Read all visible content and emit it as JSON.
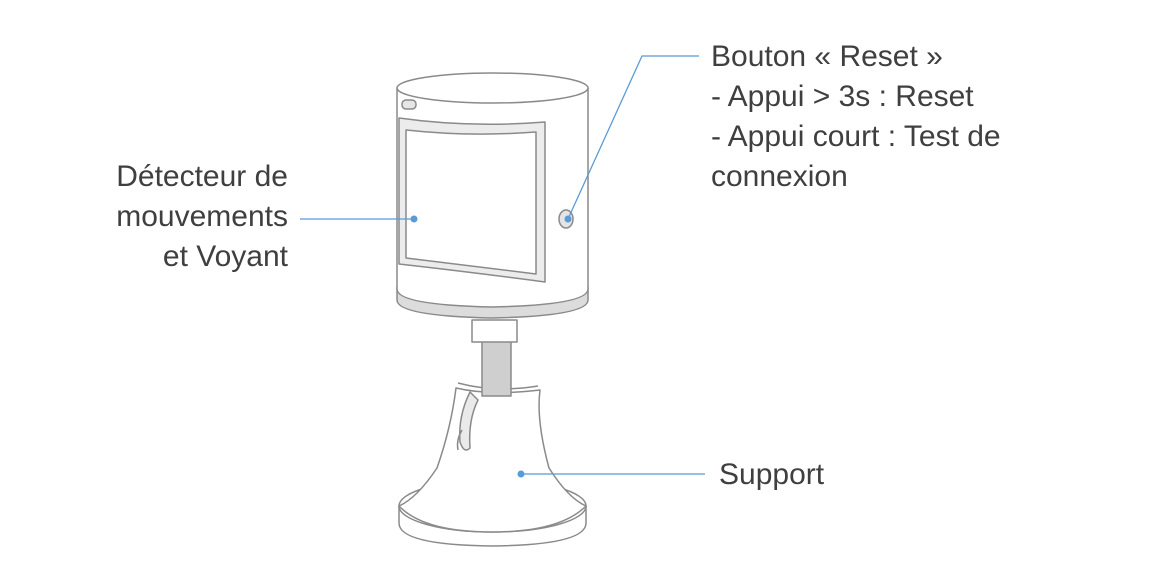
{
  "callouts": {
    "detector": {
      "lines": [
        "Détecteur de",
        "mouvements",
        "et Voyant"
      ]
    },
    "reset": {
      "lines": [
        "Bouton « Reset »",
        "- Appui > 3s : Reset",
        "- Appui court : Test de",
        "connexion"
      ]
    },
    "support": {
      "lines": [
        "Support"
      ]
    }
  },
  "colors": {
    "leader_line": "#5b9bd5",
    "text": "#3f3f3f",
    "outline": "#8a8a8a",
    "device_body": "#ffffff",
    "device_band": "#dcdcdc",
    "stem": "#cfcfcf"
  }
}
